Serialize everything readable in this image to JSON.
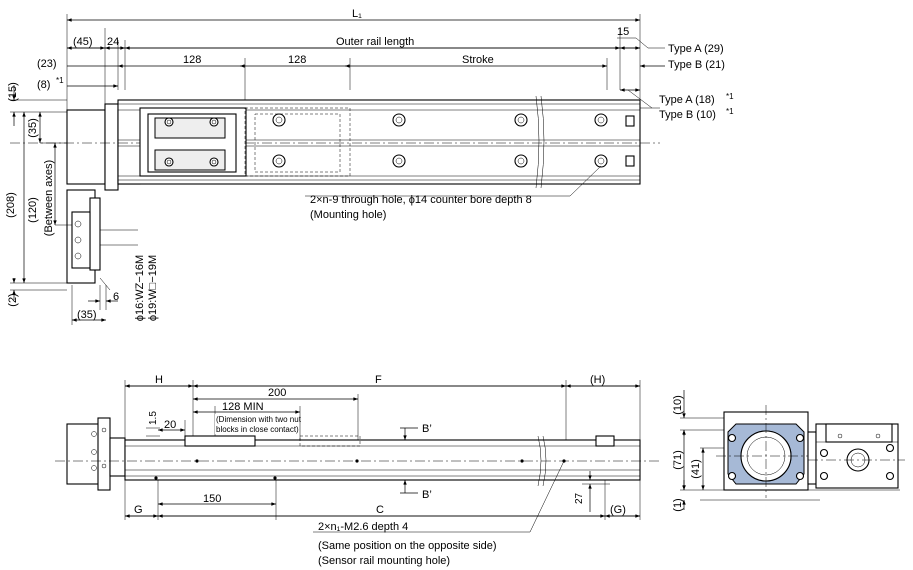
{
  "top_view": {
    "l1": "L₁",
    "d45": "(45)",
    "d24": "24",
    "outer_rail_length": "Outer rail length",
    "d15": "15",
    "type_a_29": "Type A (29)",
    "type_b_21": "Type B (21)",
    "d23": "(23)",
    "d128_1": "128",
    "d128_2": "128",
    "stroke": "Stroke",
    "d8": "(8)",
    "star1": "*1",
    "type_a_18": "Type A (18)",
    "type_b_10": "Type B (10)",
    "d15_left": "(15)",
    "d35_v": "(35)",
    "between_axes": "(Between axes)",
    "d120": "(120)",
    "d208": "(208)",
    "d2": "(2)",
    "d6": "6",
    "d35_h": "(35)",
    "motor_1": "ϕ16:WZ−16M",
    "motor_2": "ϕ19:W□−19M",
    "note_hole_1": "2×n-9 through hole, ϕ14 counter bore depth 8",
    "note_hole_2": "(Mounting hole)"
  },
  "front_view": {
    "h_left": "H",
    "f": "F",
    "h_right": "(H)",
    "d200": "200",
    "d128min": "128 MIN",
    "note_nut_1": "(Dimension with two nut",
    "note_nut_2": "blocks in close contact)",
    "d1_5": "1.5",
    "d20": "20",
    "b_prime_top": "B’",
    "b_prime_bottom": "B’",
    "d27": "27",
    "g_left": "G",
    "d150": "150",
    "c": "C",
    "g_right": "(G)",
    "note_sensor_1": "2×n₁-M2.6 depth 4",
    "note_sensor_2": "(Same position on the opposite side)",
    "note_sensor_3": "(Sensor rail mounting hole)"
  },
  "side_view": {
    "d10": "(10)",
    "d71": "(71)",
    "d41": "(41)",
    "d1": "(1)"
  },
  "colors": {
    "highlight_blue": "#a6b9d6",
    "line": "#000000",
    "background": "#ffffff"
  }
}
